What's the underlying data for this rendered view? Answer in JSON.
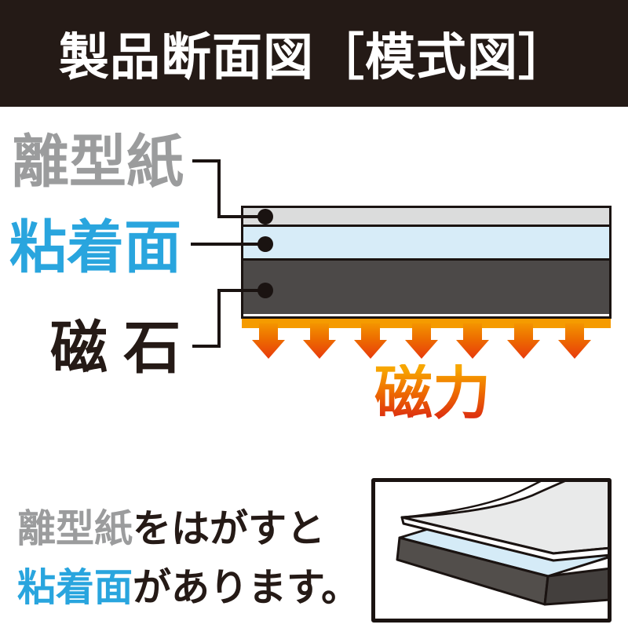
{
  "header": {
    "title": "製品断面図［模式図］"
  },
  "diagram": {
    "layers": [
      {
        "name": "release-paper",
        "label": "離型紙",
        "label_color": "#9b9c9d",
        "fill": "#dbdcdc"
      },
      {
        "name": "adhesive-surface",
        "label": "粘着面",
        "label_color": "#29a5de",
        "fill": "#d7ecf8"
      },
      {
        "name": "magnet",
        "label": "磁 石",
        "label_color": "#251a16",
        "fill": "#4c4948"
      }
    ],
    "force_label": "磁力",
    "arrow_count": 7,
    "colors": {
      "outline": "#1a1311",
      "orange": "#f59b00",
      "red": "#e8380d",
      "header_bg": "#241a16"
    }
  },
  "caption": {
    "line1": [
      {
        "text": "離型紙",
        "color": "#9b9c9d"
      },
      {
        "text": "をはがすと",
        "color": "#251a16"
      }
    ],
    "line2": [
      {
        "text": "粘着面",
        "color": "#29a5de"
      },
      {
        "text": "があります。",
        "color": "#251a16"
      }
    ]
  }
}
